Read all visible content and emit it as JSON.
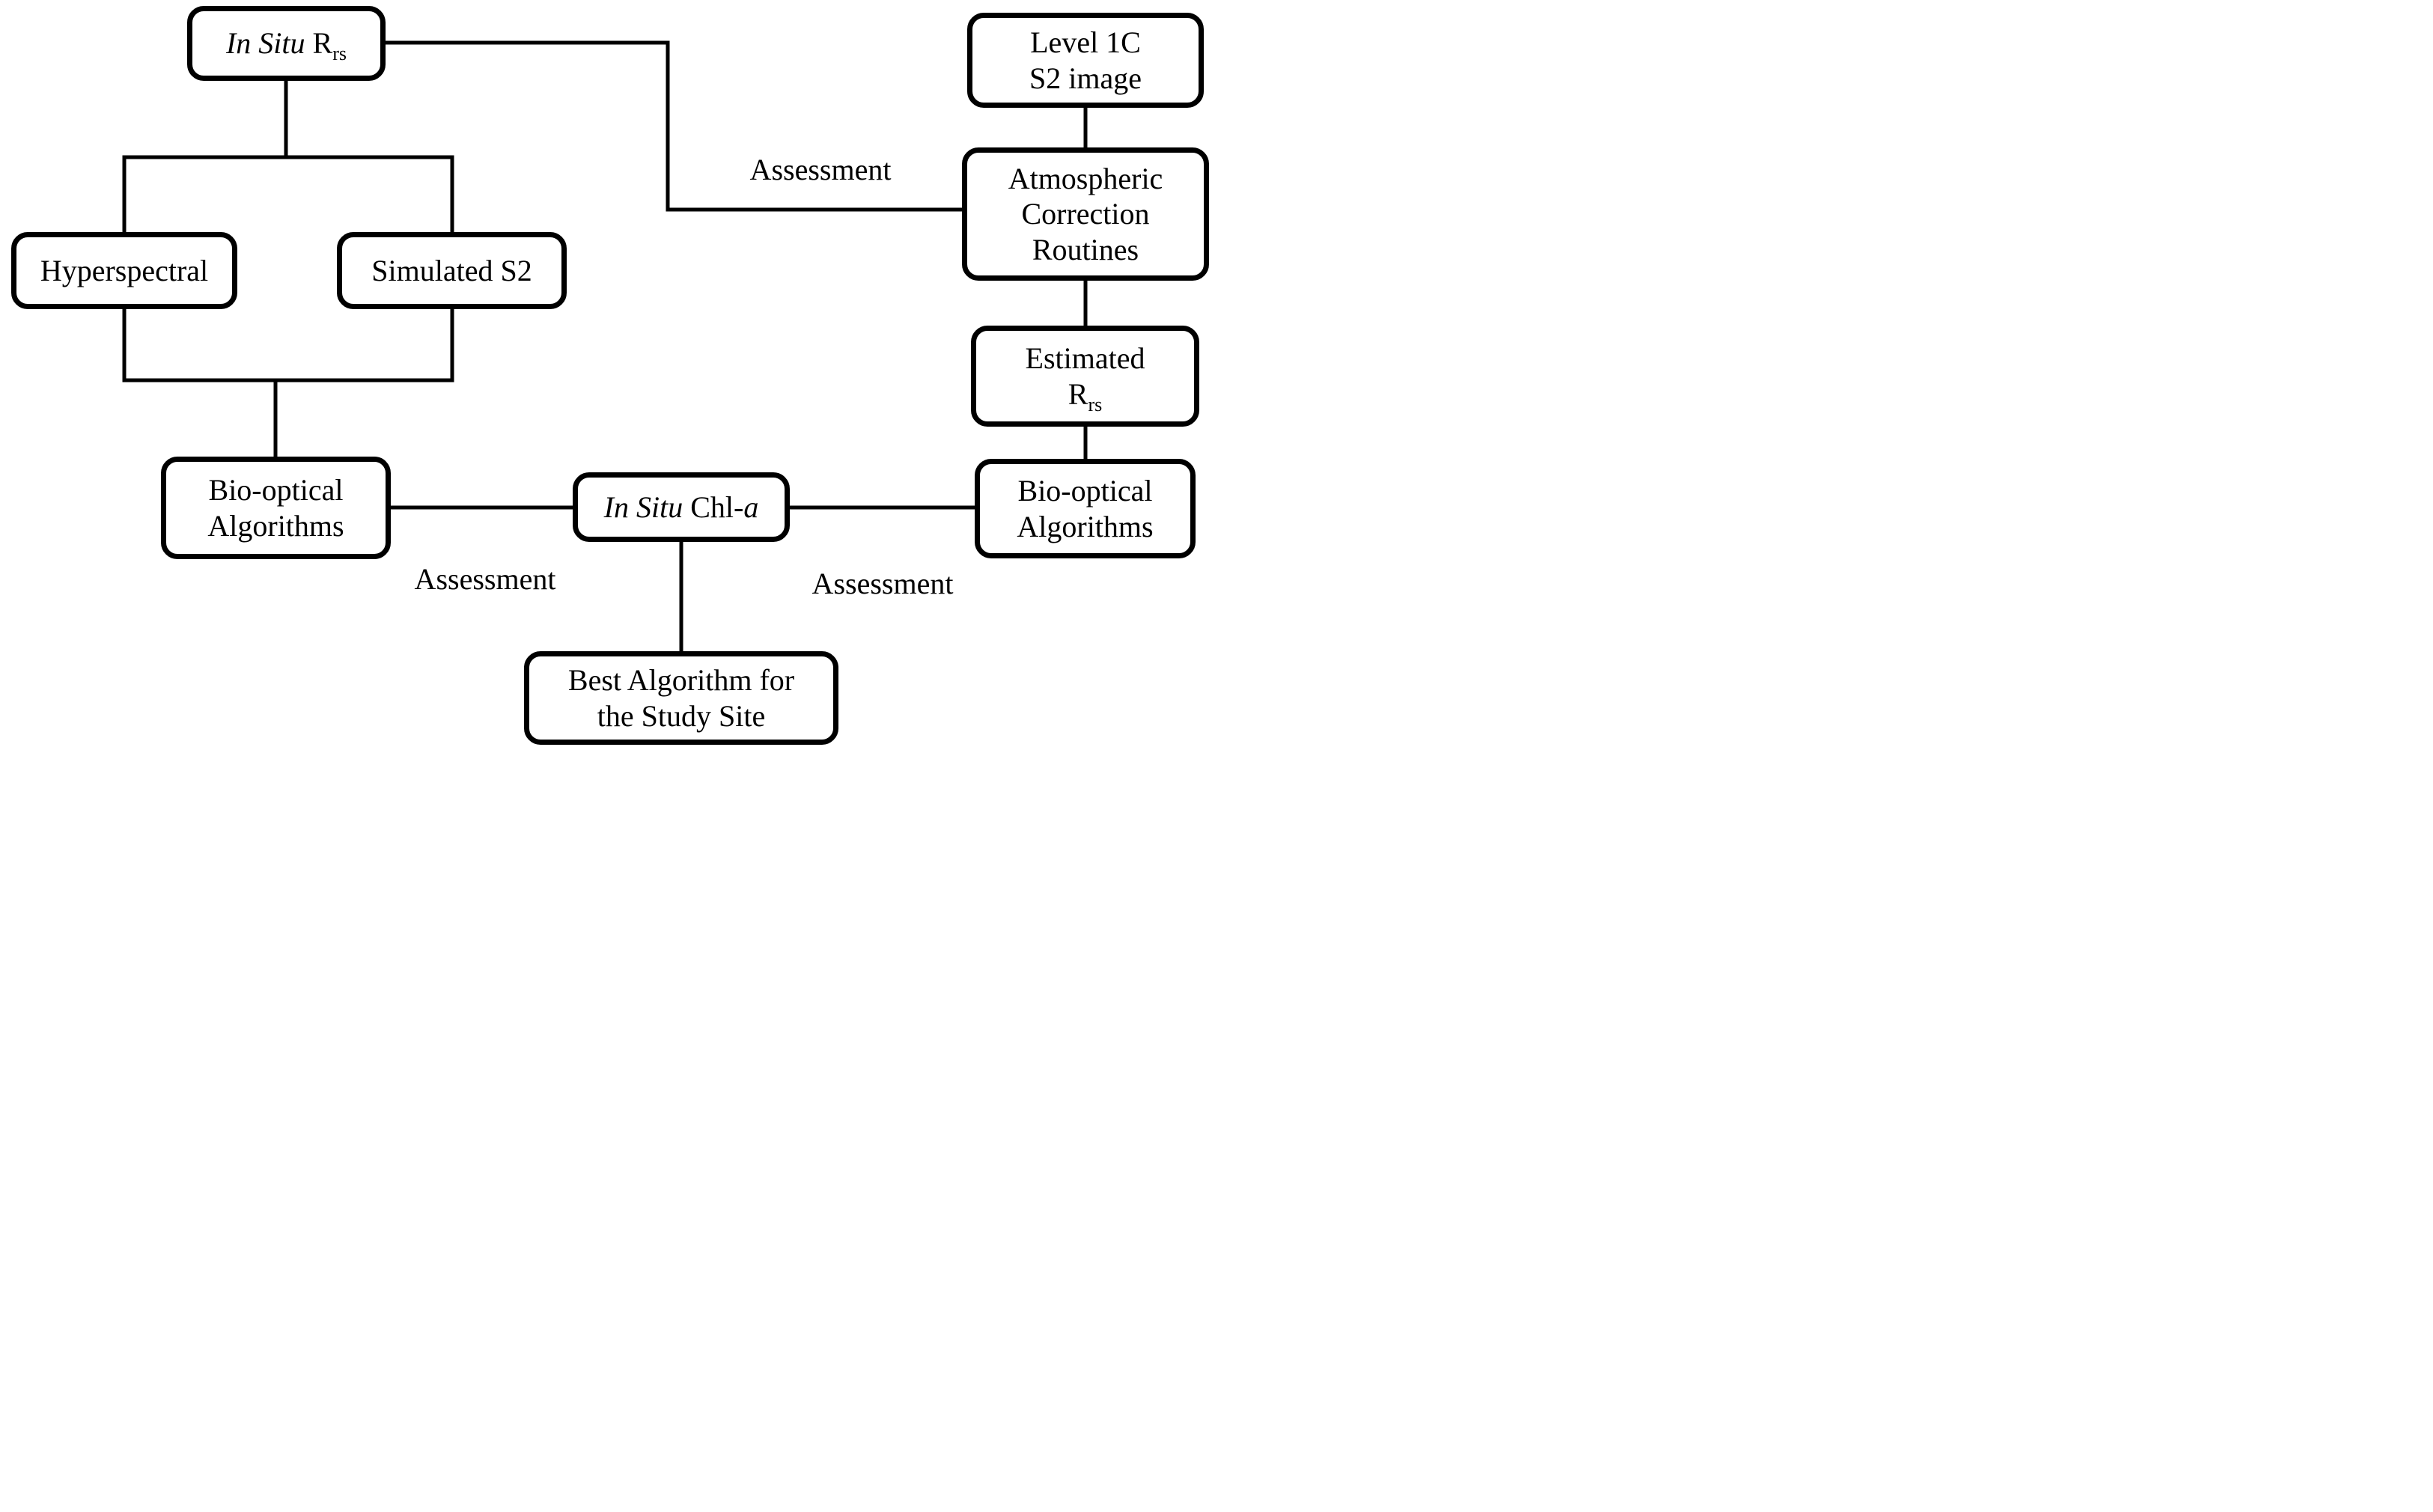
{
  "diagram": {
    "background": "#ffffff",
    "stroke_color": "#000000",
    "boxes": {
      "insitu_rrs": {
        "italic": "In Situ",
        "main": " R",
        "sub": "rs"
      },
      "level1c": {
        "line1": "Level 1C",
        "line2": "S2 image"
      },
      "atmospheric_correction": {
        "line1": "Atmospheric",
        "line2": "Correction",
        "line3": "Routines"
      },
      "hyperspectral": {
        "label": "Hyperspectral"
      },
      "simulated_s2": {
        "label": "Simulated S2"
      },
      "estimated_rrs": {
        "line1": "Estimated",
        "main": "R",
        "sub": "rs"
      },
      "bio_optical_left": {
        "line1": "Bio-optical",
        "line2": "Algorithms"
      },
      "insitu_chla": {
        "italic": "In Situ",
        "main": " Chl-",
        "italic2": "a"
      },
      "bio_optical_right": {
        "line1": "Bio-optical",
        "line2": "Algorithms"
      },
      "best_algorithm": {
        "line1": "Best Algorithm for",
        "line2": "the Study Site"
      }
    },
    "labels": {
      "assessment_top": "Assessment",
      "assessment_left": "Assessment",
      "assessment_right": "Assessment"
    }
  }
}
